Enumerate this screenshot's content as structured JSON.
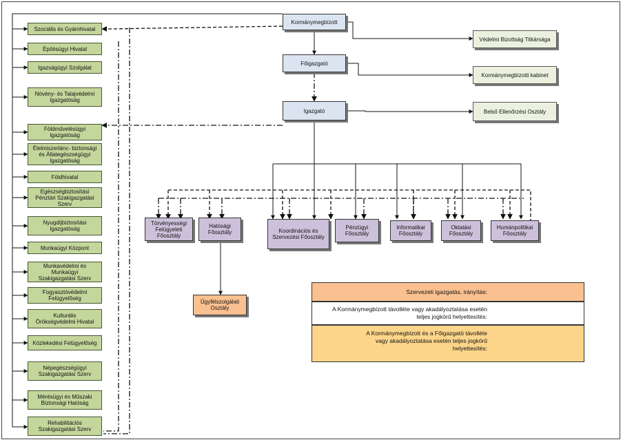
{
  "top": {
    "kormanymegbizott": "Kormánymegbízott",
    "foigazgato": "Főigazgató",
    "igazgato": "Igazgató"
  },
  "external": [
    "Védelmi Bizottság Titkársága",
    "Kormánymegbízotti kabinet",
    "Belső Ellenőrzési Osztály"
  ],
  "left_offices": [
    "Szociális és Gyámhivatal",
    "Építésügyi Hivatal",
    "Igazságügyi Szolgálat",
    "Növény- és Talajvédelmi\nIgazgatóság",
    "Földművelésügyi\nIgazgatóság",
    "Élelmiszerlánc- biztonsági\nés Állategészségügyi\nIgazgatóság",
    "Földhivatal",
    "Egészségbiztosítási\nPénztári Szakigazgatási\nSzerv",
    "Nyugdíjbiztosítási\nIgazgatóság",
    "Munkaügyi Központ",
    "Munkavédelmi és\nMunkaügyi\nSzakigazgatási Szerv",
    "Fogyasztóvédelmi\nFelügyelőség",
    "Kulturális\nÖrökségvédelmi Hivatal",
    "Közlekedési Felügyelőség",
    "Népegészségügyi\nSzakigazgatási Szerv",
    "Mérésügyi és Műszaki\nBiztonsági Hatóság",
    "Rehabilitációs\nSzakigazgatási Szerv"
  ],
  "departments": [
    "Törvényességi\nFelügyeleti\nFőosztály",
    "Hatósági\nFőosztály",
    "Koordinációs és\nSzervezési Főosztály",
    "Pénzügyi\nFőosztály",
    "Informatikai\nFőosztály",
    "Oktatási\nFőosztály",
    "Humánpolitikai\nFőosztály"
  ],
  "sub_department": "Ügyfélszolgálati\nOsztály",
  "legend": {
    "row1": "Szervezeti igazgatás, irányítás:",
    "row2": "A Kormánymegbízott távolléte vagy akadályoztatása esetén\nteljes jogkörű helyettesítés:",
    "row3": "A Kormánymegbízott és a Főigazgató távolléte\nvagy akadályoztatása esetén teljes jogkörű\nhelyettesítés:"
  },
  "colors": {
    "left_office_fill": "#c3d69b",
    "top_fill": "#dbe5f1",
    "external_fill": "#ebf1de",
    "department_fill": "#ccc0da",
    "sub_fill": "#fac090",
    "legend_fill_1": "#fac090",
    "legend_fill_2": "#ffffff",
    "legend_fill_3": "#fcd58a"
  }
}
